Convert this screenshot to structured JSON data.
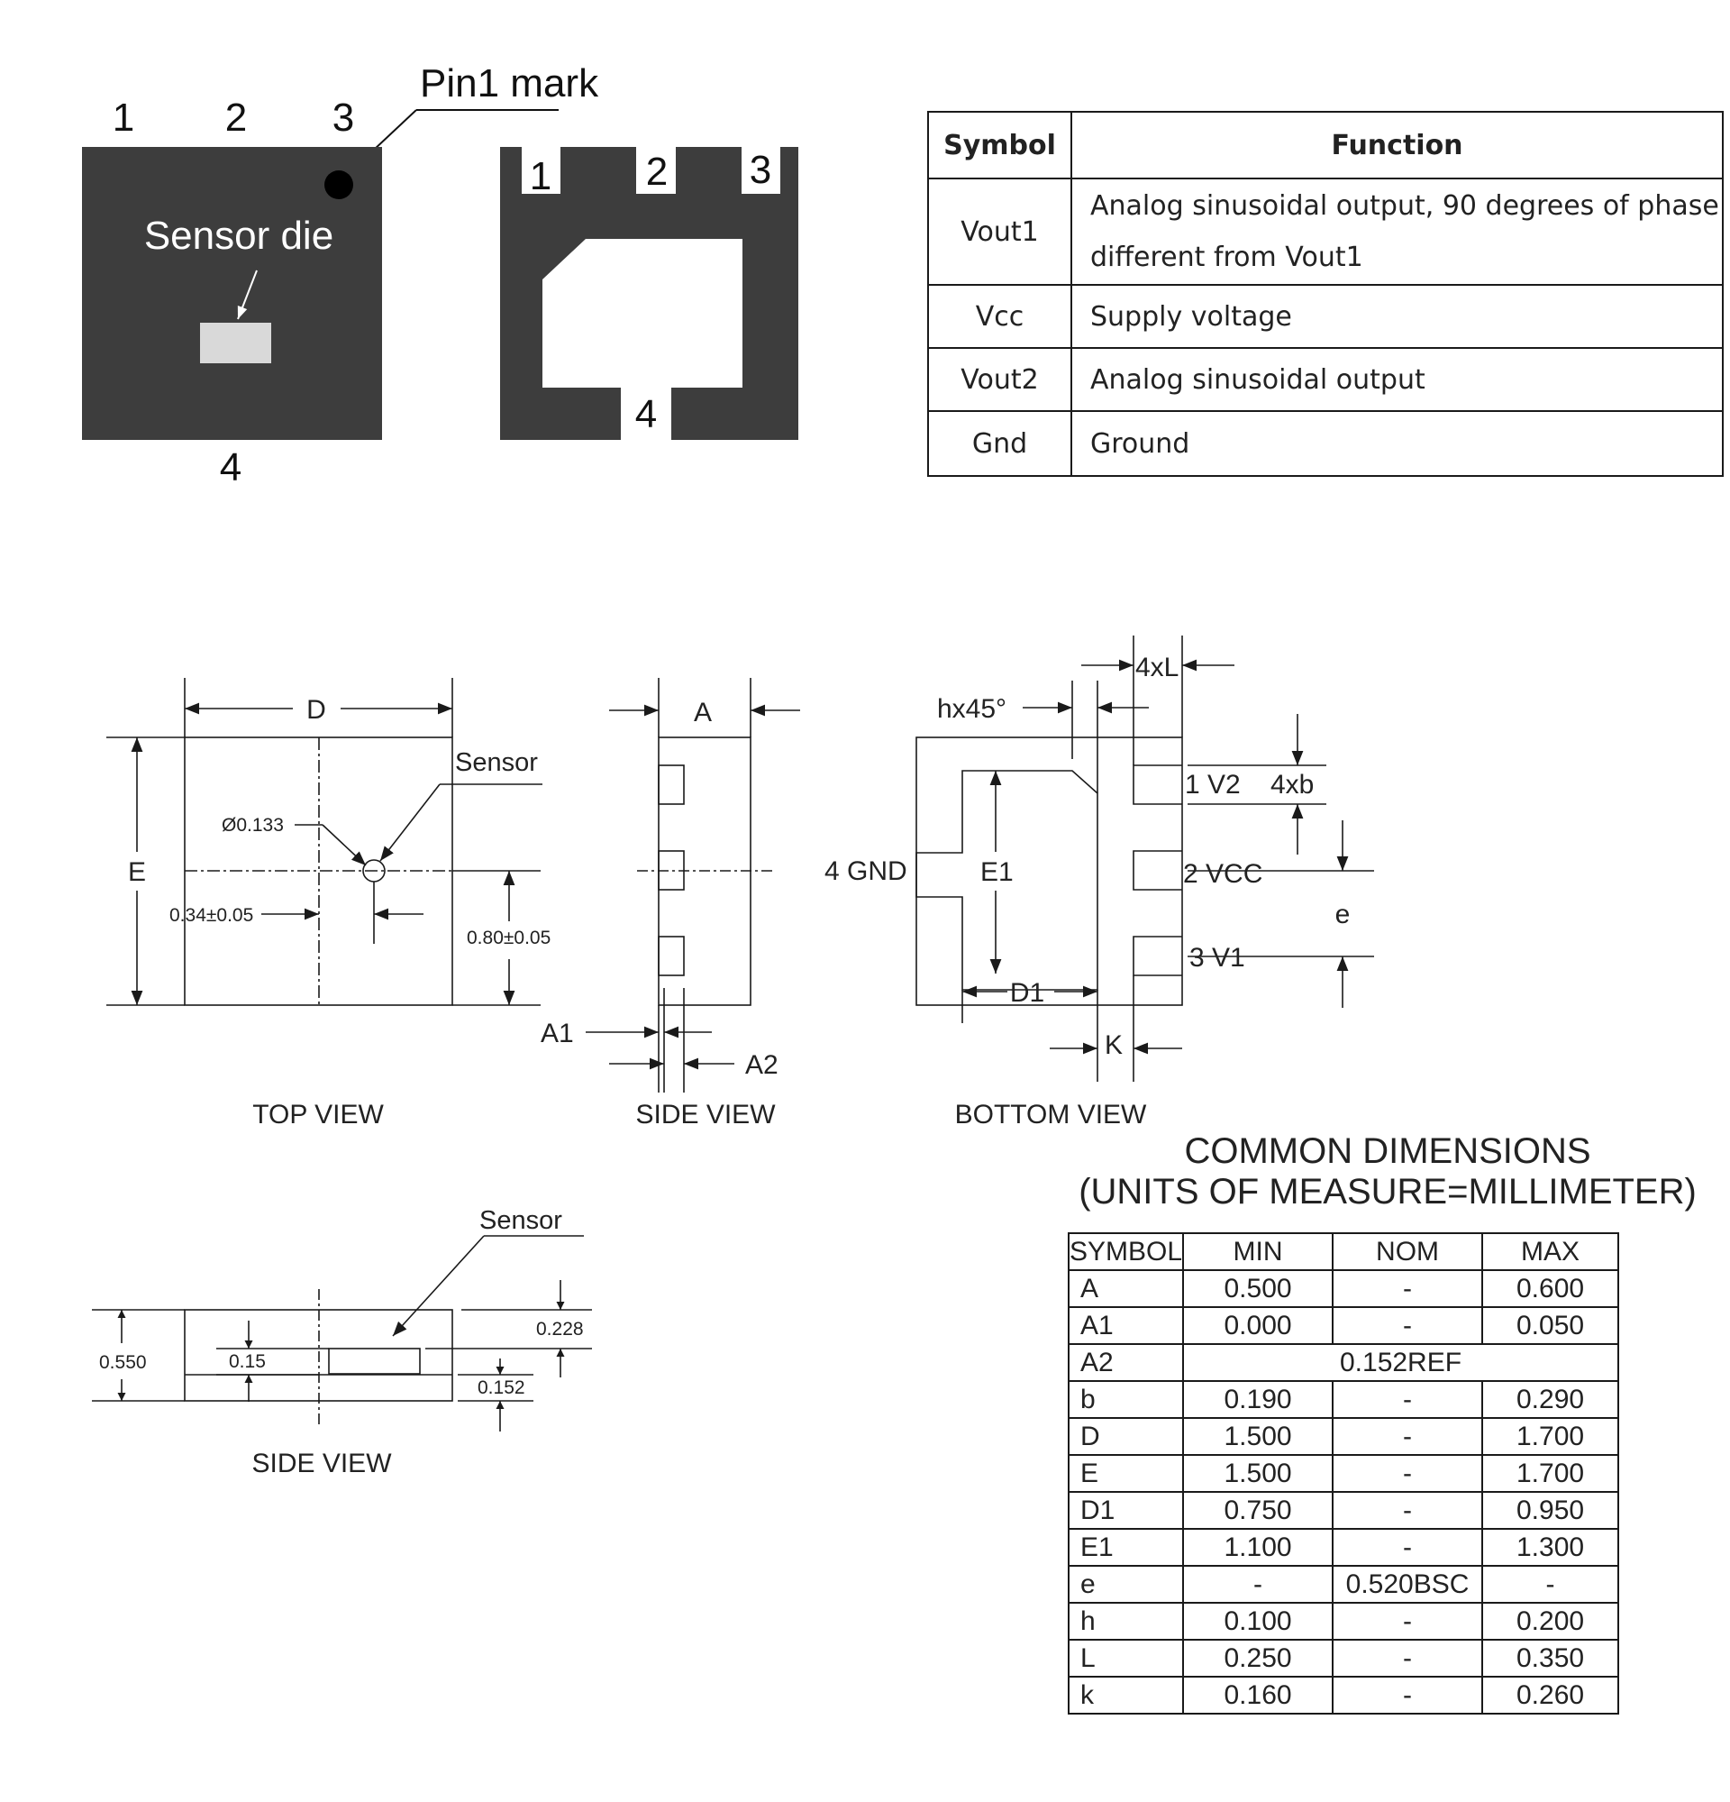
{
  "pinout": {
    "top_pins": [
      "3",
      "2",
      "1"
    ],
    "bottom_pin_top": "4",
    "pin1_mark": "Pin1 mark",
    "sensor_die": "Sensor die",
    "bottom_pins": [
      "1",
      "2",
      "3"
    ],
    "bottom_pin_bottom": "4"
  },
  "pin_table": {
    "headers": [
      "Symbol",
      "Function"
    ],
    "rows": [
      {
        "symbol": "Vout1",
        "function": "Analog sinusoidal output, 90 degrees of phase different from Vout1"
      },
      {
        "symbol": "Vcc",
        "function": "Supply voltage"
      },
      {
        "symbol": "Vout2",
        "function": "Analog sinusoidal output"
      },
      {
        "symbol": "Gnd",
        "function": "Ground"
      }
    ]
  },
  "top_view": {
    "caption": "TOP VIEW",
    "d": "D",
    "e": "E",
    "sensor": "Sensor",
    "diameter": "Ø0.133",
    "x_offset": "0.34±0.05",
    "y_offset": "0.80±0.05"
  },
  "side_view": {
    "caption": "SIDE VIEW",
    "a": "A",
    "a1": "A1",
    "a2": "A2"
  },
  "bottom_view": {
    "caption": "BOTTOM VIEW",
    "l": "4xL",
    "h": "hx45°",
    "pin_v2": "1 V2",
    "b": "4xb",
    "pin_gnd": "4 GND",
    "e1": "E1",
    "pin_vcc": "2 VCC",
    "pitch": "e",
    "pin_v1": "3 V1",
    "d1": "D1",
    "k": "K"
  },
  "side_view_2": {
    "caption": "SIDE VIEW",
    "sensor": "Sensor",
    "h_total": "0.550",
    "h_sensor": "0.15",
    "h_top": "0.228",
    "h_base": "0.152"
  },
  "dimensions": {
    "title1": "COMMON DIMENSIONS",
    "title2": "(UNITS OF MEASURE=MILLIMETER)",
    "headers": [
      "SYMBOL",
      "MIN",
      "NOM",
      "MAX"
    ],
    "rows": [
      {
        "symbol": "A",
        "min": "0.500",
        "nom": "-",
        "max": "0.600"
      },
      {
        "symbol": "A1",
        "min": "0.000",
        "nom": "-",
        "max": "0.050"
      },
      {
        "symbol": "A2",
        "ref": "0.152REF"
      },
      {
        "symbol": "b",
        "min": "0.190",
        "nom": "-",
        "max": "0.290"
      },
      {
        "symbol": "D",
        "min": "1.500",
        "nom": "-",
        "max": "1.700"
      },
      {
        "symbol": "E",
        "min": "1.500",
        "nom": "-",
        "max": "1.700"
      },
      {
        "symbol": "D1",
        "min": "0.750",
        "nom": "-",
        "max": "0.950"
      },
      {
        "symbol": "E1",
        "min": "1.100",
        "nom": "-",
        "max": "1.300"
      },
      {
        "symbol": "e",
        "min": "-",
        "nom": "0.520BSC",
        "max": "-"
      },
      {
        "symbol": "h",
        "min": "0.100",
        "nom": "-",
        "max": "0.200"
      },
      {
        "symbol": "L",
        "min": "0.250",
        "nom": "-",
        "max": "0.350"
      },
      {
        "symbol": "k",
        "min": "0.160",
        "nom": "-",
        "max": "0.260"
      }
    ]
  },
  "colors": {
    "package": "#3d3d3d",
    "die": "#d9d9d9",
    "line": "#1a1a1a"
  }
}
